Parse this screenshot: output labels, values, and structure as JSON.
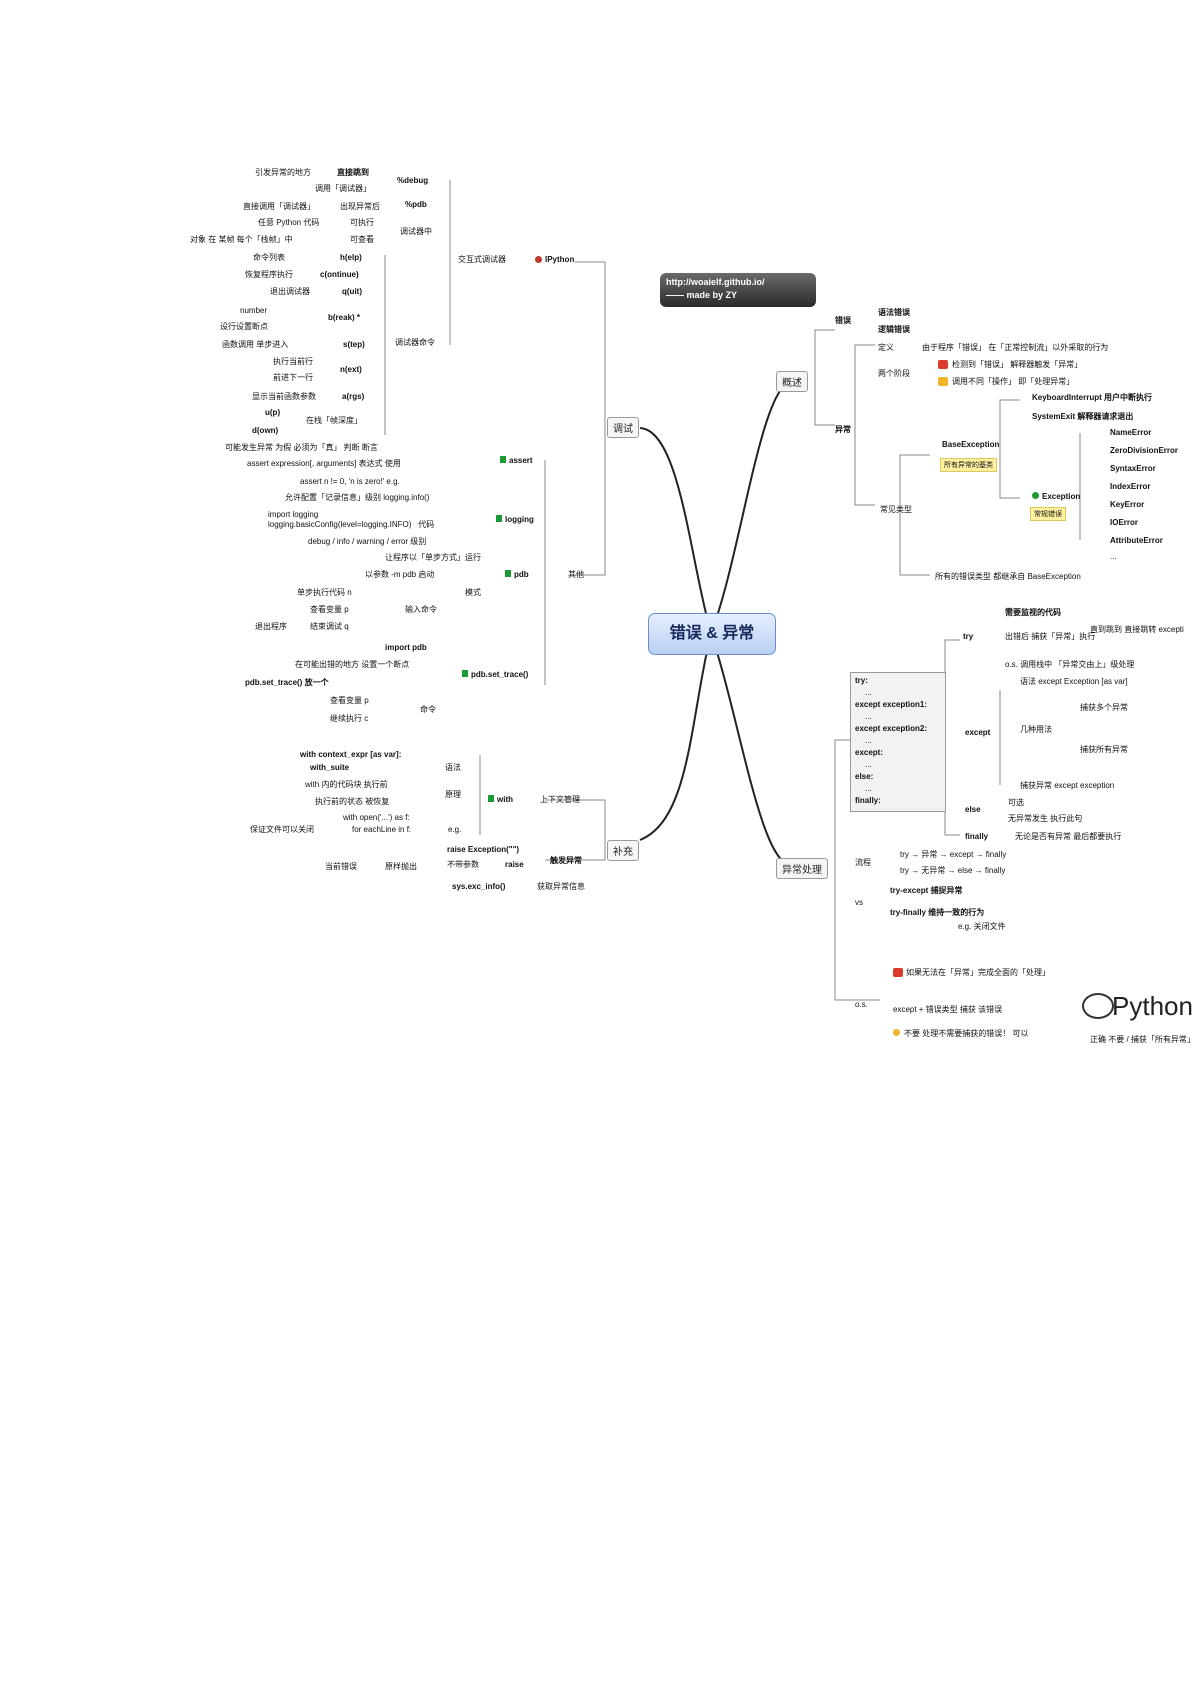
{
  "center": "错误 & 异常",
  "badge": {
    "line1": "http://woaielf.github.io/",
    "line2": "—— made by ZY"
  },
  "branches": {
    "debug": "调试",
    "supplement": "补充",
    "overview": "概述",
    "handling": "异常处理"
  },
  "debug": {
    "interactive": "交互式调试器",
    "ipython": "IPython",
    "ipy": [
      {
        "k": "%debug",
        "a": "引发异常的地方",
        "b": "直接跳到"
      },
      {
        "k": "",
        "a": "调用「调试器」",
        "b": ""
      },
      {
        "k": "%pdb",
        "a": "直接调用「调试器」",
        "b": "出现异常后"
      },
      {
        "k": "调试器中",
        "a": "任意 Python 代码",
        "b": "可执行"
      },
      {
        "k": "",
        "a": "对象 在 某帧   每个「栈帧」中",
        "b": "可查看"
      }
    ],
    "cmd_title": "调试器命令",
    "cmds": [
      {
        "c": "h(elp)",
        "d": "命令列表"
      },
      {
        "c": "c(ontinue)",
        "d": "恢复程序执行"
      },
      {
        "c": "q(uit)",
        "d": "退出调试器"
      },
      {
        "c": "b(reak) *",
        "d": "number"
      },
      {
        "c": "",
        "d": "设行设置断点"
      },
      {
        "c": "s(tep)",
        "d": "函数调用    单步进入"
      },
      {
        "c": "n(ext)",
        "d": "执行当前行"
      },
      {
        "c": "",
        "d": "前进下一行"
      },
      {
        "c": "a(rgs)",
        "d": "显示当前函数参数"
      },
      {
        "c": "u(p)",
        "d": ""
      },
      {
        "c": "d(own)",
        "d": "在栈「帧深度」"
      }
    ],
    "other": "其他",
    "assert": "assert",
    "assert_items": [
      "可能发生异常   为假   必须为「真」   判断   断言",
      "assert expression[, arguments]   表达式   使用",
      "assert n != 0, 'n is zero!'   e.g."
    ],
    "logging": "logging",
    "logging_items": [
      "允许配置「记录信息」级别   logging.info()",
      "import logging\nlogging.basicConfig(level=logging.INFO)   代码",
      "debug / info / warning / error   级别"
    ],
    "pdb": "pdb",
    "pdb_items": [
      "让程序以「单步方式」运行",
      "以参数 -m pdb 启动",
      "单步执行代码   n",
      "查看变量   p",
      "结束调试   q",
      "退出程序",
      "模式",
      "输入命令"
    ],
    "pdb_trace": "pdb.set_trace()",
    "trace_items": [
      "import pdb",
      "在可能出错的地方   设置一个断点",
      "pdb.set_trace()   放一个",
      "查看变量   p",
      "继续执行   c",
      "命令"
    ]
  },
  "supplement": {
    "with": "with",
    "ctx": "上下文管理",
    "with_items": [
      "with context_expr [as var]:",
      "with_suite",
      "with 内的代码块   执行前",
      "执行前的状态   被恢复",
      "with open('...') as f:",
      "for eachLine in f:",
      "保证文件可以关闭",
      "语法",
      "原理",
      "e.g."
    ],
    "raise_title": "触发异常",
    "raise_items": [
      "raise Exception(\"\")",
      "不带参数",
      "raise",
      "当前错误",
      "原样抛出"
    ],
    "sysinfo": "sys.exc_info()",
    "sysinfo_desc": "获取异常信息"
  },
  "overview": {
    "error": "错误",
    "error_items": [
      "语法错误",
      "逻辑错误"
    ],
    "exception": "异常",
    "def": "定义",
    "def_desc": "由于程序「错误」   在「正常控制流」以外采取的行为",
    "two_stage": "两个阶段",
    "stage1": "检测到「错误」   解释器触发「异常」",
    "stage2": "调用不同「操作」   即「处理异常」",
    "common": "常见类型",
    "base": "BaseException",
    "base_note": "所有异常的基类",
    "kbd": "KeyboardInterrupt   用户中断执行",
    "sysexit": "SystemExit   解释器请求退出",
    "exc": "Exception",
    "exc_note": "常规错误",
    "errors": [
      "NameError",
      "ZeroDivisionError",
      "SyntaxError",
      "IndexError",
      "KeyError",
      "IOError",
      "AttributeError",
      "..."
    ],
    "all": "所有的错误类型   都继承自   BaseException"
  },
  "handling": {
    "try_block": [
      "try:",
      "...",
      "except exception1:",
      "...",
      "except exception2:",
      "...",
      "except:",
      "...",
      "else:",
      "...",
      "finally:",
      "..."
    ],
    "try": "try",
    "try_items": [
      "需要监视的代码",
      "出错后   捕获「异常」执行",
      "直到跳到   直接跳转   excepti",
      "o.s.   调用栈中   「异常交由上」级处理"
    ],
    "except": "except",
    "except_items": [
      "语法   except Exception [as var]",
      "几种用法",
      "捕获多个异常",
      "捕获所有异常",
      "捕获异常   except exception"
    ],
    "else": "else",
    "else_items": [
      "可选",
      "无异常发生   执行此句"
    ],
    "finally": "finally",
    "finally_items": [
      "无论是否有异常   最后都要执行"
    ],
    "flow": "流程",
    "flow_items": [
      "try → 异常 → except → finally",
      "try → 无异常 → else → finally"
    ],
    "vs": "vs",
    "vs_items": [
      "try-except   捕捉异常",
      "try-finally   维持一致的行为",
      "e.g.   关闭文件"
    ],
    "os": "o.s.",
    "os_items": [
      "如果无法在「异常」完成全面的「处理」",
      "except + 错误类型   捕获   该错误",
      "不要   处理不需要捕获的错误！   可以",
      "正确   不要 / 捕获「所有异常」"
    ],
    "python_wm": "Python"
  }
}
